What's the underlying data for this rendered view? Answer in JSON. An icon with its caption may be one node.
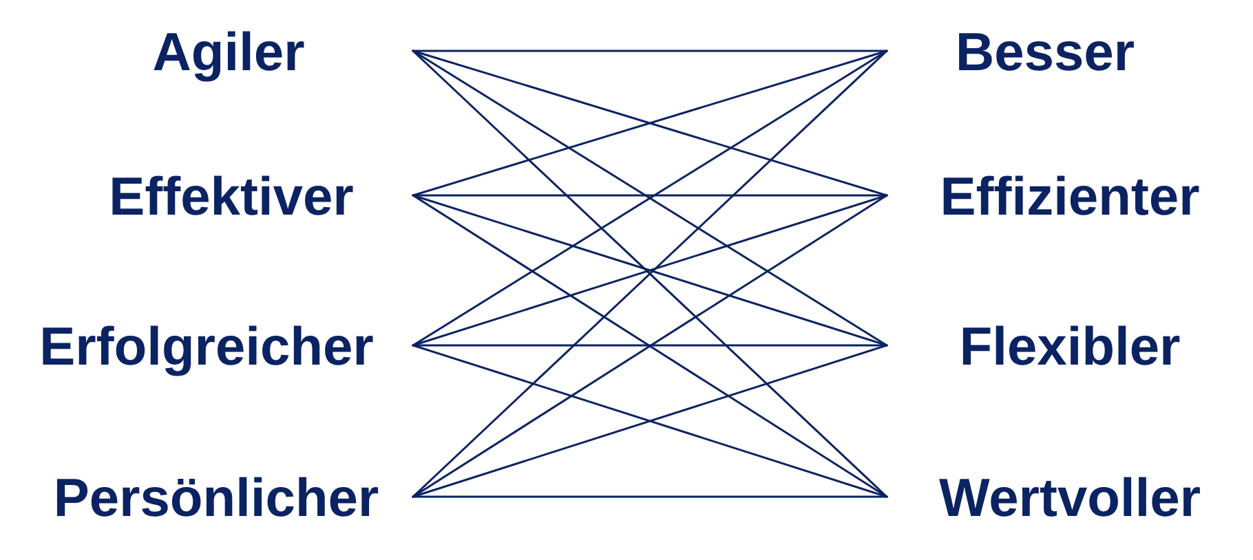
{
  "diagram": {
    "nodes": [
      {
        "text": [
          "Agiler"
        ]
      },
      {
        "text": [
          "Effektiver"
        ]
      },
      {
        "text": [
          "Erfolgreicher"
        ]
      },
      {
        "text": [
          "Persönlicher"
        ]
      },
      {
        "text": [
          "Besser"
        ]
      },
      {
        "text": [
          "Effizienter"
        ]
      },
      {
        "text": [
          "Flexibler"
        ]
      },
      {
        "text": [
          "Wertvoller"
        ]
      }
    ],
    "edges": [
      {
        "from": 0,
        "to": 4,
        "arrow": "none"
      },
      {
        "from": 0,
        "to": 5,
        "arrow": "none"
      },
      {
        "from": 0,
        "to": 6,
        "arrow": "none"
      },
      {
        "from": 0,
        "to": 7,
        "arrow": "none"
      },
      {
        "from": 1,
        "to": 4,
        "arrow": "none"
      },
      {
        "from": 1,
        "to": 5,
        "arrow": "none"
      },
      {
        "from": 1,
        "to": 6,
        "arrow": "none"
      },
      {
        "from": 1,
        "to": 7,
        "arrow": "none"
      },
      {
        "from": 2,
        "to": 4,
        "arrow": "none"
      },
      {
        "from": 2,
        "to": 5,
        "arrow": "none"
      },
      {
        "from": 2,
        "to": 6,
        "arrow": "none"
      },
      {
        "from": 2,
        "to": 7,
        "arrow": "none"
      },
      {
        "from": 3,
        "to": 4,
        "arrow": "none"
      },
      {
        "from": 3,
        "to": 5,
        "arrow": "none"
      },
      {
        "from": 3,
        "to": 6,
        "arrow": "none"
      },
      {
        "from": 3,
        "to": 7,
        "arrow": "none"
      }
    ]
  }
}
